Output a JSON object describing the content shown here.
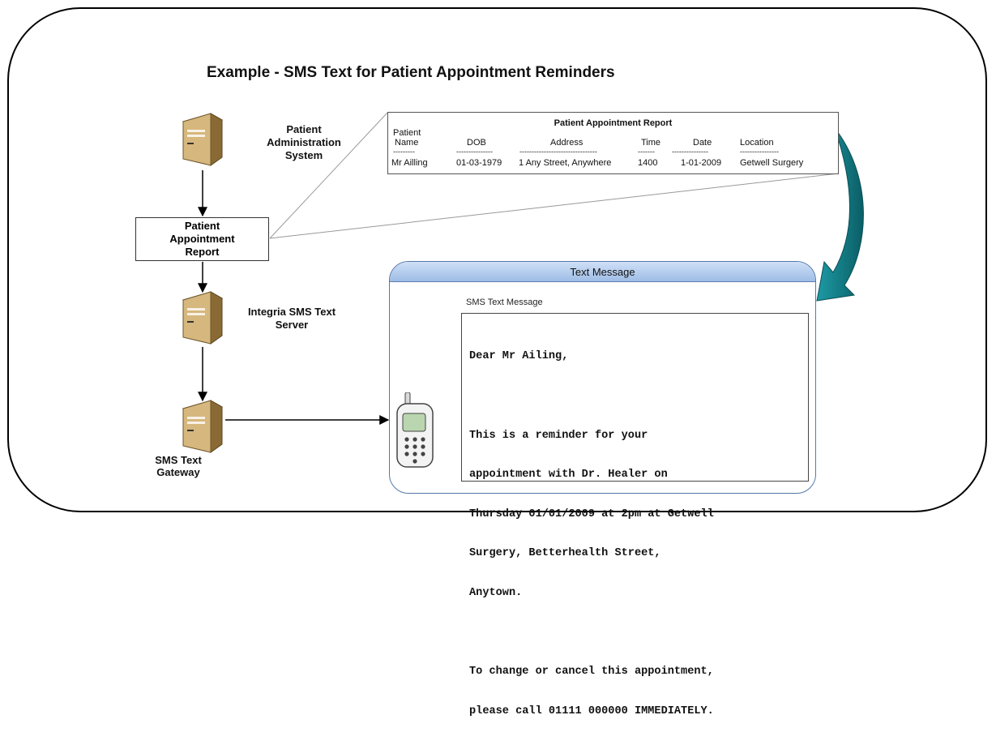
{
  "title": "Example - SMS Text for Patient Appointment Reminders",
  "nodes": {
    "pas_label": [
      "Patient",
      "Administration",
      "System"
    ],
    "par_label": [
      "Patient",
      "Appointment",
      "Report"
    ],
    "sms_server_label": [
      "Integria SMS Text",
      "Server"
    ],
    "gateway_label": [
      "SMS Text",
      "Gateway"
    ]
  },
  "report": {
    "title": "Patient Appointment Report",
    "patient_header_top": "Patient",
    "headers": [
      "Name",
      "DOB",
      "Address",
      "Time",
      "Date",
      "Location"
    ],
    "separators": [
      "---------",
      "---------------",
      "--------------------------------",
      "-------",
      "---------------",
      "----------------"
    ],
    "row": [
      "Mr Ailling",
      "01-03-1979",
      "1 Any Street, Anywhere",
      "1400",
      "1-01-2009",
      "Getwell Surgery"
    ]
  },
  "text_message": {
    "window_title": "Text Message",
    "caption": "SMS Text Message",
    "body_lines": [
      "Dear Mr Ailing,",
      "",
      "This is a reminder for your",
      "appointment with Dr. Healer on",
      "Thursday 01/01/2009 at 2pm at Getwell",
      "Surgery, Betterhealth Street,",
      "Anytown.",
      "",
      "To change or cancel this appointment,",
      "please call 01111 000000 IMMEDIATELY."
    ]
  },
  "colors": {
    "teal_arrow": "#0f7a84",
    "window_header": "#a9c5ec",
    "server_body": "#c9a86a"
  },
  "icons": [
    "server-icon",
    "mobile-phone-icon",
    "curved-arrow-icon"
  ]
}
